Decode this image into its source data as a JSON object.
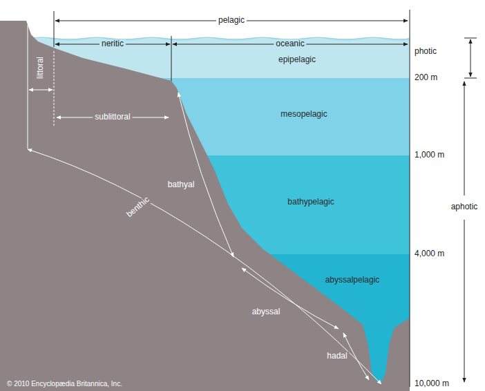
{
  "diagram": {
    "nodes": [
      {
        "text": [
          "epipelagic"
        ]
      },
      {
        "text": [
          "mesopelagic"
        ]
      },
      {
        "text": [
          "bathypelagic"
        ]
      },
      {
        "text": [
          "abyssalpelagic"
        ]
      }
    ],
    "labels": [
      "pelagic",
      "neritic",
      "oceanic",
      "photic",
      "200 m",
      "1,000 m",
      "4,000 m",
      "10,000 m",
      "aphotic",
      "littoral",
      "sublittoral",
      "bathyal",
      "benthic",
      "abyssal",
      "hadal",
      "© 2010 Encyclopædia Britannica, Inc."
    ]
  }
}
